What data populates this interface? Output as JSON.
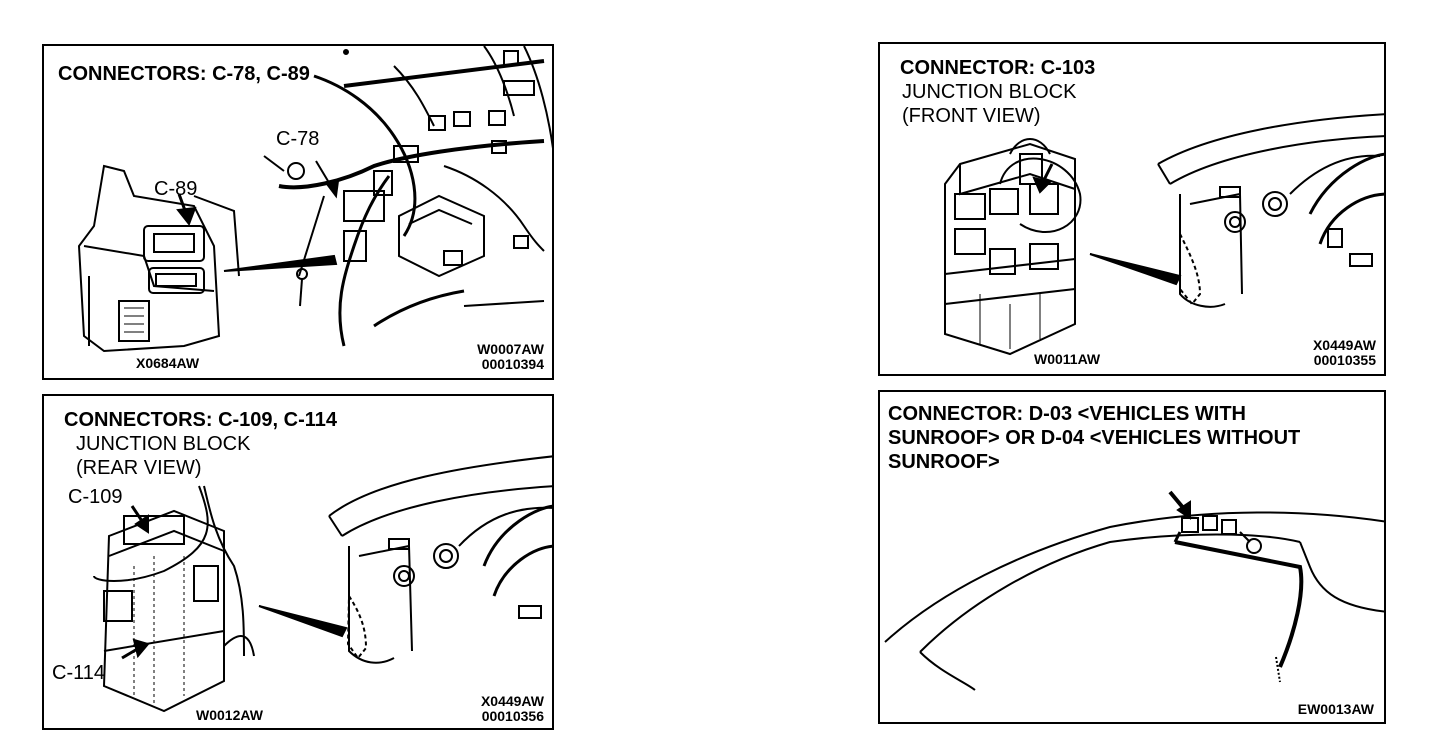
{
  "panels": {
    "p1": {
      "title": "CONNECTORS: C-78, C-89",
      "callouts": {
        "c78": "C-78",
        "c89": "C-89"
      },
      "codes": {
        "left": "X0684AW",
        "right1": "W0007AW",
        "right2": "00010394"
      }
    },
    "p2": {
      "title": "CONNECTOR: C-103",
      "line2": "JUNCTION BLOCK",
      "line3": "(FRONT VIEW)",
      "codes": {
        "left": "W0011AW",
        "right1": "X0449AW",
        "right2": "00010355"
      }
    },
    "p3": {
      "title": "CONNECTORS: C-109, C-114",
      "line2": "JUNCTION BLOCK",
      "line3": "(REAR VIEW)",
      "callouts": {
        "c109": "C-109",
        "c114": "C-114"
      },
      "codes": {
        "left": "W0012AW",
        "right1": "X0449AW",
        "right2": "00010356"
      }
    },
    "p4": {
      "title1": "CONNECTOR: D-03 <VEHICLES WITH",
      "title2": "SUNROOF> OR D-04 <VEHICLES WITHOUT",
      "title3": "SUNROOF>",
      "codes": {
        "right": "EW0013AW"
      }
    }
  }
}
